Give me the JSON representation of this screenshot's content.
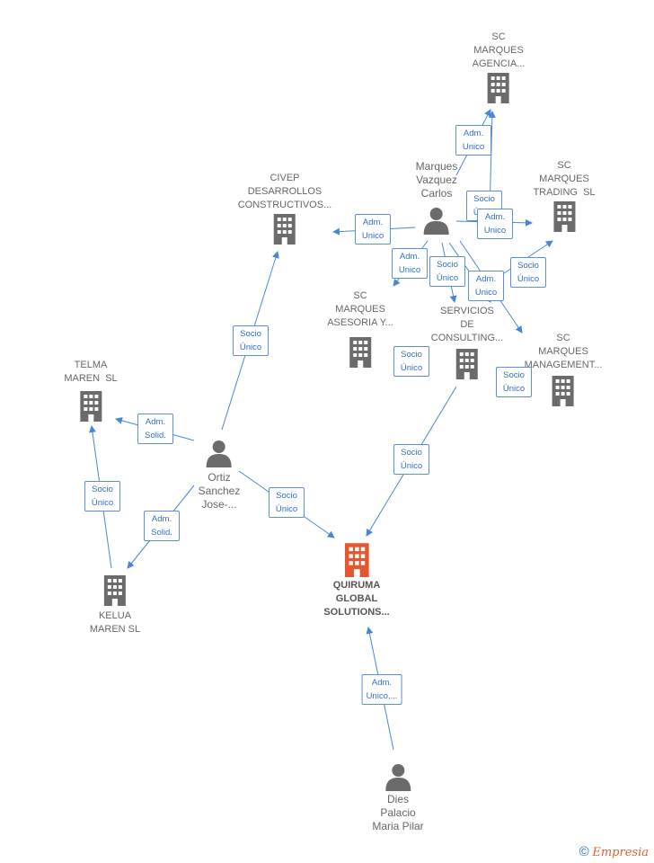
{
  "colors": {
    "edge": "#4a86d8",
    "company": "#6b6b6b",
    "main": "#e4572e",
    "person": "#6b6b6b"
  },
  "nodes": {
    "sc_marques_agencia": {
      "label": "SC\nMARQUES\nAGENCIA...",
      "icon": "building-icon"
    },
    "civep": {
      "label": "CIVEP\nDESARROLLOS\nCONSTRUCTIVOS...",
      "icon": "building-icon"
    },
    "marques_vazquez": {
      "label": "Marques\nVazquez\nCarlos",
      "icon": "person-icon"
    },
    "sc_marques_trading": {
      "label": "SC\nMARQUES\nTRADING  SL",
      "icon": "building-icon"
    },
    "sc_marques_asesoria": {
      "label": "SC\nMARQUES\nASESORIA Y...",
      "icon": "building-icon"
    },
    "servicios_consulting": {
      "label": "SERVICIOS\nDE\nCONSULTING...",
      "icon": "building-icon"
    },
    "sc_marques_management": {
      "label": "SC\nMARQUES\nMANAGEMENT...",
      "icon": "building-icon"
    },
    "telma_maren": {
      "label": "TELMA\nMAREN  SL",
      "icon": "building-icon"
    },
    "ortiz_sanchez": {
      "label": "Ortiz\nSanchez\nJose-...",
      "icon": "person-icon"
    },
    "quiruma": {
      "label": "QUIRUMA\nGLOBAL\nSOLUTIONS...",
      "icon": "building-icon"
    },
    "kelua_maren": {
      "label": "KELUA\nMAREN SL",
      "icon": "building-icon"
    },
    "dies_palacio": {
      "label": "Dies\nPalacio\nMaria Pilar",
      "icon": "person-icon"
    }
  },
  "edge_labels": {
    "adm_agencia": "Adm.\nUnico",
    "socio_agencia": "Socio\nÚnico",
    "adm_trading": "Adm.\nUnico",
    "adm_civep": "Adm.\nUnico",
    "adm_asesoria": "Adm.\nUnico",
    "socio_consulting": "Socio\nÚnico",
    "adm_consulting": "Adm.\nUnico",
    "socio_trading": "Socio\nÚnico",
    "socio_asesoria": "Socio\nÚnico",
    "socio_management": "Socio\nÚnico",
    "socio_civep": "Socio\nÚnico",
    "adm_telma": "Adm.\nSolid.",
    "socio_telma": "Socio\nÚnico",
    "adm_kelua": "Adm.\nSolid.",
    "socio_quiruma_ortiz": "Socio\nÚnico",
    "socio_quiruma_consulting": "Socio\nÚnico",
    "adm_quiruma": "Adm.\nUnico,..."
  },
  "brand": {
    "copyright": "©",
    "name": "Empresia"
  }
}
